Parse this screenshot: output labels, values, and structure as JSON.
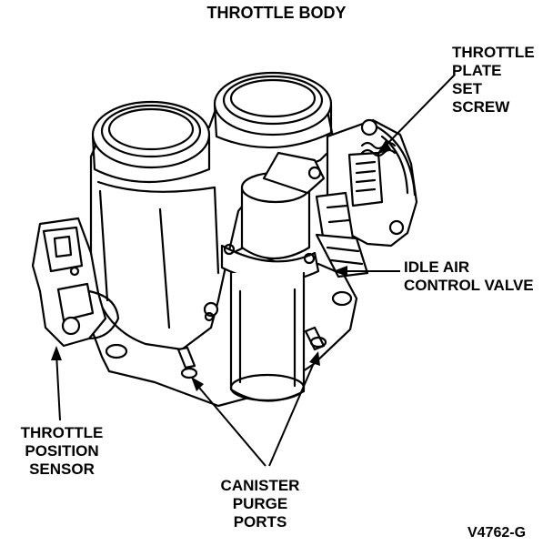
{
  "title": "THROTTLE BODY",
  "callouts": {
    "throttle_plate_set_screw": [
      "THROTTLE",
      "PLATE",
      "SET",
      "SCREW"
    ],
    "idle_air_control_valve": [
      "IDLE AIR",
      "CONTROL VALVE"
    ],
    "throttle_position_sensor": [
      "THROTTLE",
      "POSITION",
      "SENSOR"
    ],
    "canister_purge_ports": [
      "CANISTER",
      "PURGE",
      "PORTS"
    ]
  },
  "figure_code": "V4762-G",
  "colors": {
    "ink": "#000000",
    "paper": "#ffffff"
  }
}
